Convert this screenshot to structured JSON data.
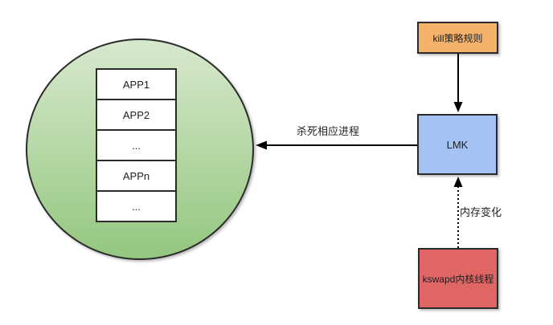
{
  "diagram": {
    "title_hint": "LMK low-memory-killer flow diagram",
    "nodes": {
      "kill_policy": {
        "label": "kill策略规则",
        "fill": "#f6b26b"
      },
      "lmk": {
        "label": "LMK",
        "fill": "#a4c2f4"
      },
      "kswapd": {
        "label": "kswapd内核线程",
        "fill": "#e06666"
      }
    },
    "process_circle": {
      "fill_top": "#d7e8cd",
      "fill_bottom": "#94c77f",
      "apps": [
        "APP1",
        "APP2",
        "...",
        "APPn",
        "..."
      ]
    },
    "edges": {
      "kill_process": {
        "label": "杀死相应进程",
        "style": "solid",
        "from": "LMK",
        "to": "process-circle"
      },
      "policy_to_lmk": {
        "label": "",
        "style": "solid",
        "from": "kill策略规则",
        "to": "LMK"
      },
      "memory_change": {
        "label": "内存变化",
        "style": "dotted",
        "from": "kswapd内核线程",
        "to": "LMK"
      }
    },
    "colors": {
      "border": "#2b2b2b",
      "background": "#ffffff",
      "text": "#1f1f1f"
    }
  }
}
